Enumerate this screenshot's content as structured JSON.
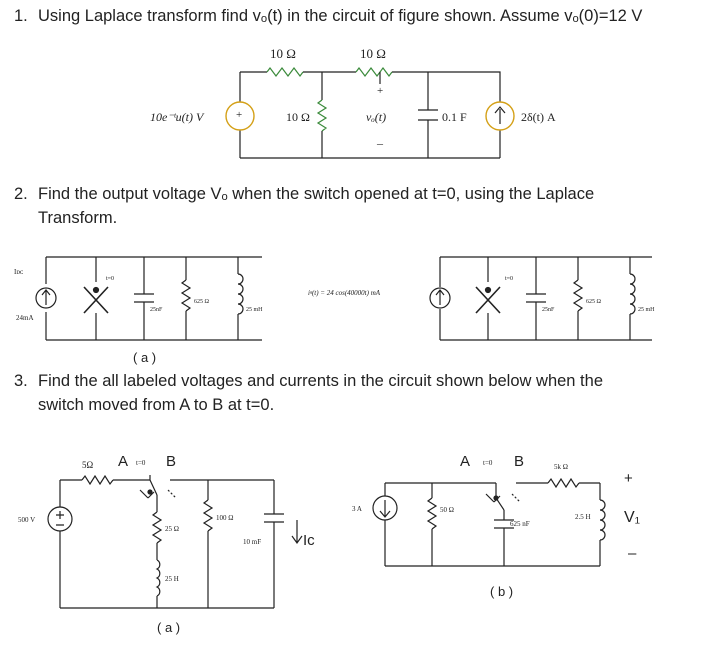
{
  "q1": {
    "number": "1.",
    "text": "Using Laplace transform find vₒ(t) in the circuit of figure shown. Assume vₒ(0)=12 V"
  },
  "q2": {
    "number": "2.",
    "line1": "Find the output voltage Vₒ when the switch opened at t=0, using the Laplace",
    "line2": "Transform."
  },
  "q3": {
    "number": "3.",
    "line1": "Find the all labeled voltages and currents in the circuit shown below when the",
    "line2": "switch moved from A to B at t=0."
  },
  "fig1": {
    "r_top_left": "10 Ω",
    "r_top_right": "10 Ω",
    "r_middle": "10 Ω",
    "source_v": "10e⁻ᵗu(t) V",
    "vo_label": "vₒ(t)",
    "plus": "+",
    "minus": "–",
    "cap": "0.1 F",
    "source_i": "2δ(t) A"
  },
  "fig2": {
    "idc": "Iᴅᴄ",
    "i24": "24mA",
    "t0_a": "t=0",
    "cap_a": "25nF",
    "res_a": "625 Ω",
    "ind_a": "25 mH",
    "ig": "iᵍ(t) = 24 cos(40000t) mA",
    "t0_b": "t=0",
    "cap_b": "25nF",
    "res_b": "625 Ω",
    "ind_b": "25 mH",
    "caption": "( a )"
  },
  "fig3a": {
    "r5": "5Ω",
    "a": "A",
    "t0": "t=0",
    "b": "B",
    "v500": "500 V",
    "r25": "25 Ω",
    "l25": "25 H",
    "r100": "100 Ω",
    "c10": "10 mF",
    "ic": "Iᴄ",
    "caption": "( a )"
  },
  "fig3b": {
    "i3": "3 A",
    "r50": "50 Ω",
    "a": "A",
    "t0": "t=0",
    "b": "B",
    "r5k": "5k Ω",
    "c625": "625 nF",
    "l25": "2.5 H",
    "plus": "+",
    "minus": "–",
    "v1": "V₁",
    "caption": "( b )"
  }
}
